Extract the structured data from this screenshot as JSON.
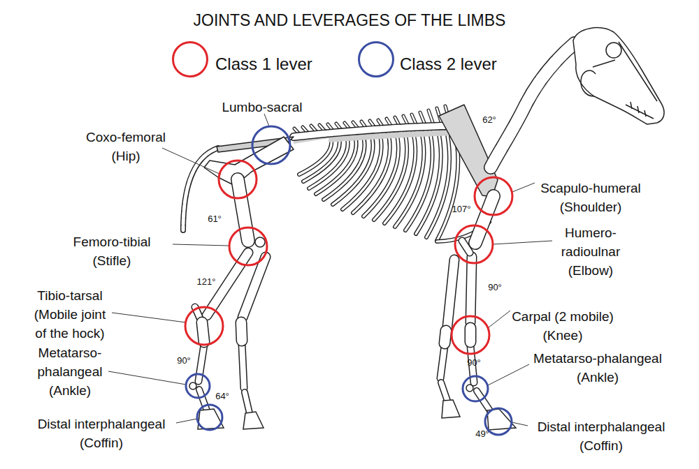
{
  "diagram": {
    "title": "JOINTS AND LEVERAGES OF THE LIMBS",
    "labels": [
      "Lumbo-sacral",
      "Coxo-femoral (Hip)",
      "61°",
      "Femoro-tibial (Stifle)",
      "121°",
      "Tibio-tarsal (Mobile joint of the hock)",
      "90°",
      "Metatarso-phalangeal (Ankle)",
      "64°",
      "Distal interphalangeal (Coffin)",
      "62°",
      "Scapulo-humeral (Shoulder)",
      "107°",
      "Humero-radioulnar (Elbow)",
      "90°",
      "Carpal (2 mobile) (Knee)",
      "90°",
      "Metatarso-phalangeal (Ankle)",
      "49°",
      "Distal interphalangeal (Coffin)"
    ],
    "legend": [
      {
        "text": "Class 1 lever",
        "color": "#e2262a"
      },
      {
        "text": "Class 2 lever",
        "color": "#3b4ea3"
      }
    ]
  }
}
